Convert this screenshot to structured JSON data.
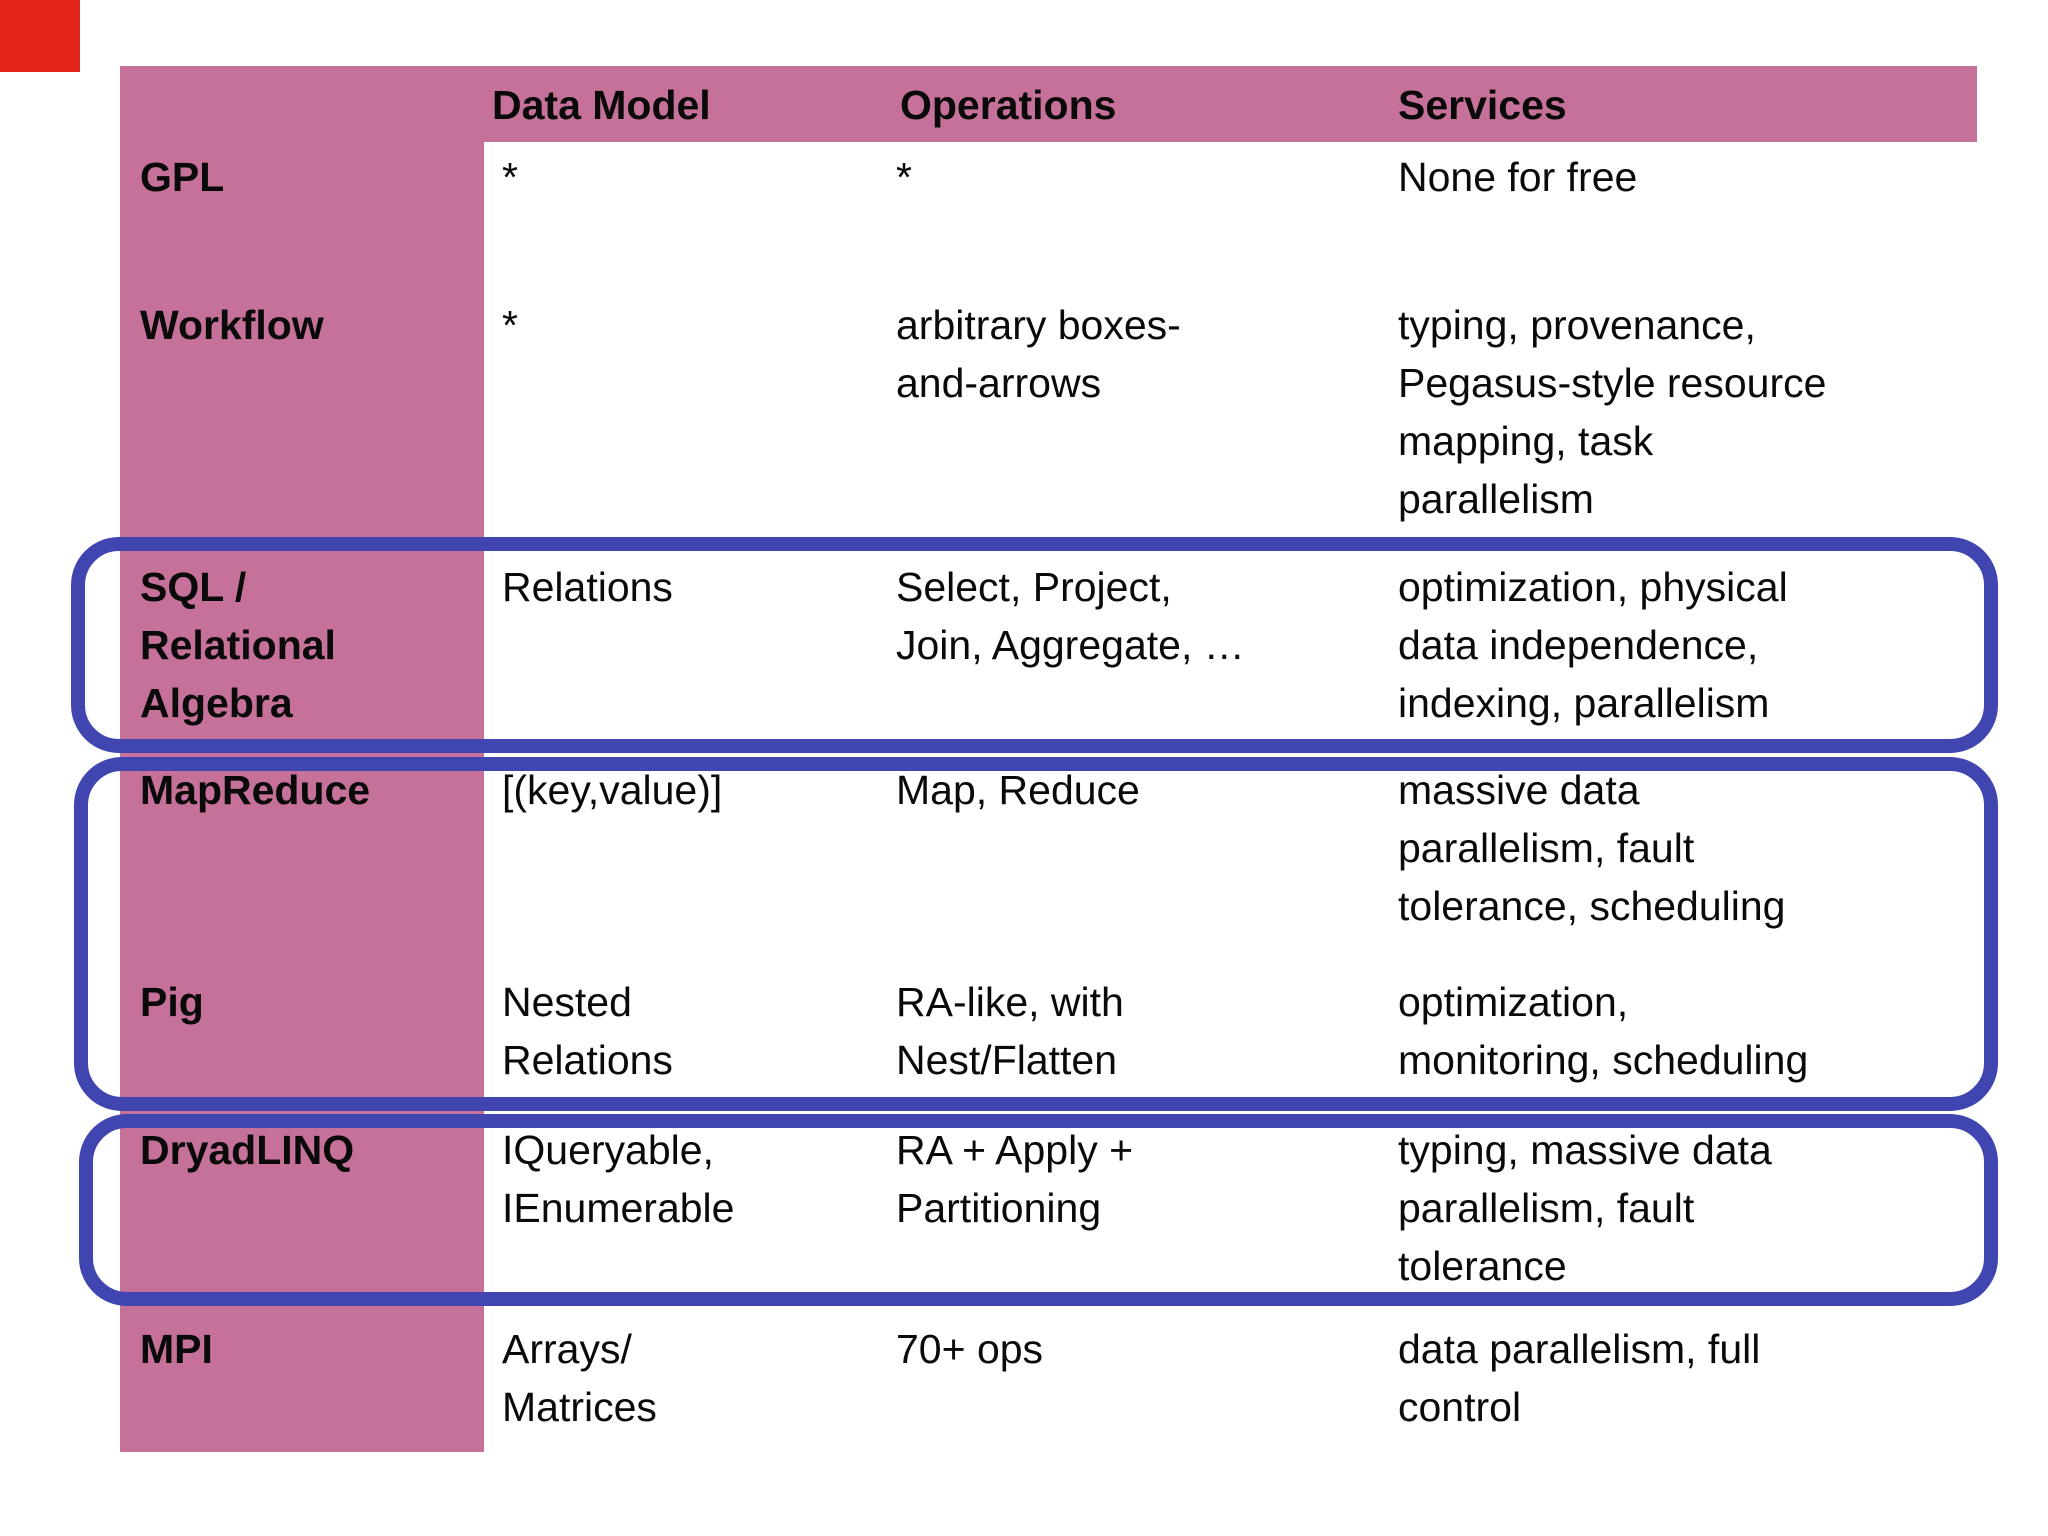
{
  "slide": {
    "background": "#ffffff",
    "red_square_color": "#e2231a",
    "pink_color": "#c67199",
    "highlight_blue": "#4145b0",
    "text_color": "#0a0a0a"
  },
  "table": {
    "column_headers": [
      "Data Model",
      "Operations",
      "Services"
    ],
    "rows": [
      {
        "label": "GPL",
        "data_model": "*",
        "operations": "*",
        "services": "None for free",
        "highlighted": false
      },
      {
        "label": "Workflow",
        "data_model": "*",
        "operations": "arbitrary boxes-\nand-arrows",
        "services": "typing, provenance,\nPegasus-style resource\nmapping, task\nparallelism",
        "highlighted": false
      },
      {
        "label": "SQL /\nRelational\nAlgebra",
        "data_model": "Relations",
        "operations": "Select, Project,\nJoin, Aggregate, …",
        "services": "optimization, physical\ndata independence,\nindexing, parallelism",
        "highlighted": true
      },
      {
        "label": "MapReduce",
        "data_model": "[(key,value)]",
        "operations": "Map, Reduce",
        "services": "massive data\nparallelism, fault\ntolerance, scheduling",
        "highlighted": true
      },
      {
        "label": "Pig",
        "data_model": "Nested\nRelations",
        "operations": "RA-like, with\nNest/Flatten",
        "services": "optimization,\nmonitoring, scheduling",
        "highlighted": true
      },
      {
        "label": "DryadLINQ",
        "data_model": "IQueryable,\nIEnumerable",
        "operations": "RA + Apply +\nPartitioning",
        "services": "typing, massive data\nparallelism, fault\ntolerance",
        "highlighted": true
      },
      {
        "label": "MPI",
        "data_model": "Arrays/\nMatrices",
        "operations": "70+ ops",
        "services": "data parallelism, full\ncontrol",
        "highlighted": false
      }
    ]
  }
}
